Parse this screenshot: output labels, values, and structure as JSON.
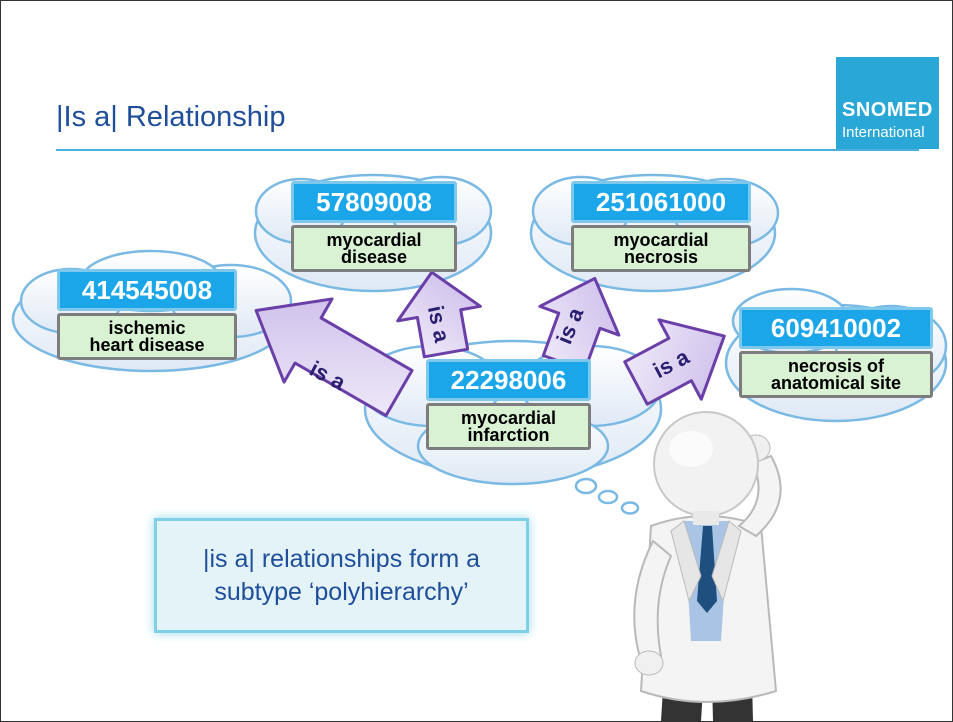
{
  "slide": {
    "title": "|Is a| Relationship",
    "logo": {
      "line1": "SNOMED",
      "line2": "International"
    }
  },
  "concepts": [
    {
      "id": "414545008",
      "term_line1": "ischemic",
      "term_line2": "heart disease"
    },
    {
      "id": "57809008",
      "term_line1": "myocardial",
      "term_line2": "disease"
    },
    {
      "id": "251061000",
      "term_line1": "myocardial",
      "term_line2": "necrosis"
    },
    {
      "id": "609410002",
      "term_line1": "necrosis of",
      "term_line2": "anatomical site"
    },
    {
      "id": "22298006",
      "term_line1": "myocardial",
      "term_line2": "infarction"
    }
  ],
  "arrows": [
    {
      "label": "is a"
    },
    {
      "label": "is a"
    },
    {
      "label": "is a"
    },
    {
      "label": "is a"
    }
  ],
  "callout": {
    "line1": "|is a| relationships form a",
    "line2": "subtype ‘polyhierarchy’"
  },
  "colors": {
    "title": "#1f4e9a",
    "rule": "#4aaee0",
    "logo_bg": "#29a8d8",
    "concept_id_bg": "#1aa6e8",
    "concept_term_bg": "#d9f2d4",
    "arrow_fill": "#e2d9f3",
    "arrow_stroke": "#6a3fa8",
    "callout_bg": "#e3f3f8"
  },
  "icons": [
    "thought-cloud",
    "thinking-doctor-figure",
    "is-a-arrow"
  ]
}
